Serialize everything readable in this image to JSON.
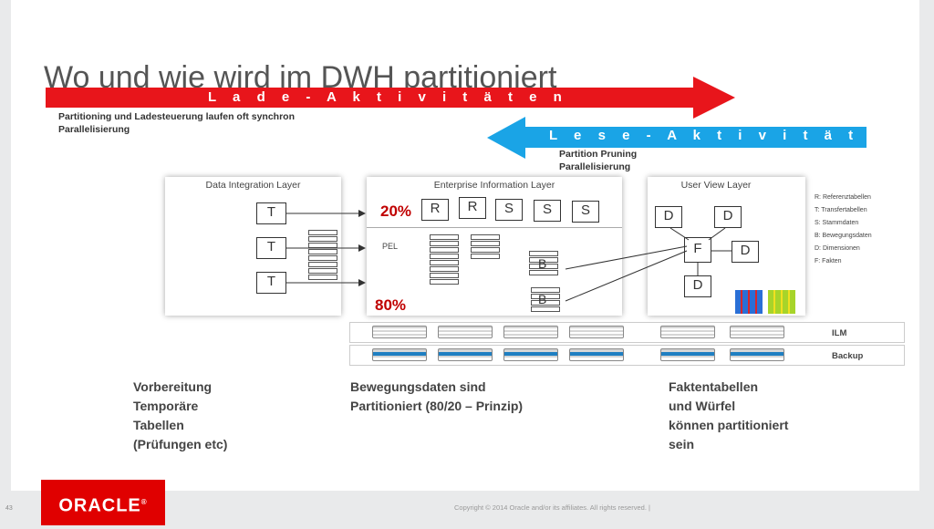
{
  "title": "Wo und wie wird im DWH partitioniert",
  "load_arrow": {
    "label": "L a d e - A k t i v i t ä t e n",
    "notes": [
      "Partitioning und Ladesteuerung laufen oft synchron",
      "Parallelisierung"
    ],
    "color": "#e8151b"
  },
  "read_arrow": {
    "label": "L e s e - A k t i v i t ä t e n",
    "notes": [
      "Partition Pruning",
      "Parallelisierung"
    ],
    "color": "#1aa4e6"
  },
  "layers": {
    "dil": {
      "title": "Data  Integration Layer",
      "nodes": [
        "T",
        "T",
        "T"
      ]
    },
    "eil": {
      "title": "Enterprise Information Layer",
      "nodes": [
        "R",
        "R",
        "S",
        "S",
        "S"
      ],
      "pel": "PEL",
      "pct_top": "20%",
      "pct_bottom": "80%",
      "b_nodes": [
        "B",
        "B"
      ]
    },
    "uvl": {
      "title": "User View Layer",
      "nodes": [
        "D",
        "D",
        "F",
        "D",
        "D"
      ]
    }
  },
  "legend": [
    "R: Referenztabellen",
    "T: Transfertabellen",
    "S: Stammdaten",
    "B: Bewegungsdaten",
    "D: Dimensionen",
    "F: Fakten"
  ],
  "strips": {
    "ilm": "ILM",
    "backup": "Backup"
  },
  "captions": {
    "left": [
      "Vorbereitung",
      "Temporäre",
      "Tabellen",
      "(Prüfungen etc)"
    ],
    "middle": [
      "Bewegungsdaten sind",
      "Partitioniert (80/20 – Prinzip)"
    ],
    "right": [
      "Faktentabellen",
      "und Würfel",
      "können partitioniert",
      "sein"
    ]
  },
  "footer": {
    "logo": "ORACLE",
    "registered": "®",
    "copyright": "Copyright © 2014 Oracle and/or its affiliates. All rights reserved.  |",
    "page": "43"
  }
}
